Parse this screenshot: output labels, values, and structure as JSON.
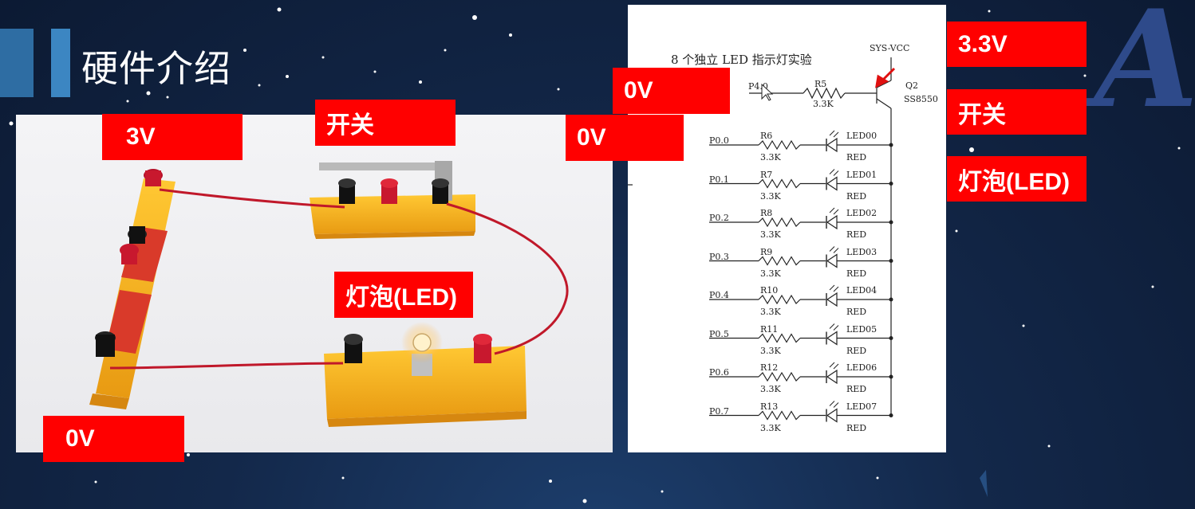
{
  "slide": {
    "title": "硬件介绍",
    "deco_letter": "A"
  },
  "labels": {
    "v3": "3V",
    "switch_photo": "开关",
    "v0_top": "0V",
    "v0_mid": "0V",
    "bulb_photo": "灯泡(LED)",
    "v0_bottom": "0V",
    "v33": "3.3V",
    "switch_right": "开关",
    "bulb_right": "灯泡(LED)"
  },
  "schematic": {
    "title": "8 个独立 LED 指示灯实验",
    "vcc": "SYS-VCC",
    "p4": "P4.0",
    "r5": "R5",
    "r5_val": "3.3K",
    "q2": "Q2",
    "q2_part": "SS8550",
    "rows": [
      {
        "port": "P0.0",
        "res": "R6",
        "val": "3.3K",
        "led": "LED00",
        "color": "RED"
      },
      {
        "port": "P0.1",
        "res": "R7",
        "val": "3.3K",
        "led": "LED01",
        "color": "RED"
      },
      {
        "port": "P0.2",
        "res": "R8",
        "val": "3.3K",
        "led": "LED02",
        "color": "RED"
      },
      {
        "port": "P0.3",
        "res": "R9",
        "val": "3.3K",
        "led": "LED03",
        "color": "RED"
      },
      {
        "port": "P0.4",
        "res": "R10",
        "val": "3.3K",
        "led": "LED04",
        "color": "RED"
      },
      {
        "port": "P0.5",
        "res": "R11",
        "val": "3.3K",
        "led": "LED05",
        "color": "RED"
      },
      {
        "port": "P0.6",
        "res": "R12",
        "val": "3.3K",
        "led": "LED06",
        "color": "RED"
      },
      {
        "port": "P0.7",
        "res": "R13",
        "val": "3.3K",
        "led": "LED07",
        "color": "RED"
      }
    ]
  },
  "colors": {
    "label_red": "#ff0000",
    "board_yellow": "#f7b21a",
    "wire_red": "#c0182a",
    "title_bar": "#2e6da3"
  }
}
